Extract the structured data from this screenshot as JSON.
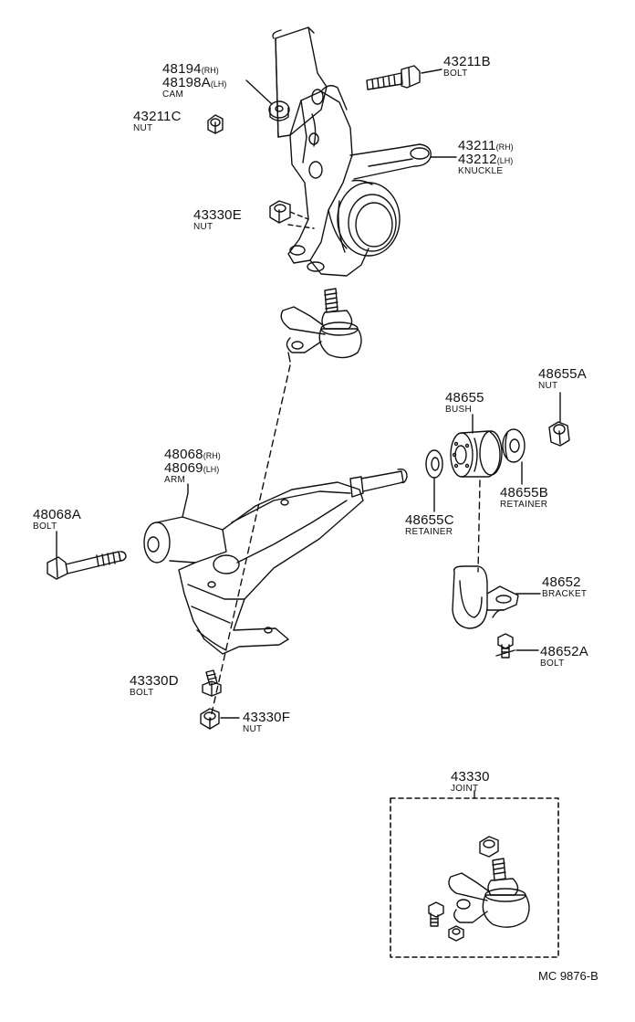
{
  "labels": {
    "cam": {
      "pn1": "48194",
      "side1": "(RH)",
      "pn2": "48198A",
      "side2": "(LH)",
      "desc": "CAM"
    },
    "nut_43211c": {
      "pn": "43211C",
      "desc": "NUT"
    },
    "bolt_43211b": {
      "pn": "43211B",
      "desc": "BOLT"
    },
    "knuckle": {
      "pn1": "43211",
      "side1": "(RH)",
      "pn2": "43212",
      "side2": "(LH)",
      "desc": "KNUCKLE"
    },
    "nut_43330e": {
      "pn": "43330E",
      "desc": "NUT"
    },
    "arm": {
      "pn1": "48068",
      "side1": "(RH)",
      "pn2": "48069",
      "side2": "(LH)",
      "desc": "ARM"
    },
    "bolt_48068a": {
      "pn": "48068A",
      "desc": "BOLT"
    },
    "bush": {
      "pn": "48655",
      "desc": "BUSH"
    },
    "nut_48655a": {
      "pn": "48655A",
      "desc": "NUT"
    },
    "retainer_48655c": {
      "pn": "48655C",
      "desc": "RETAINER"
    },
    "retainer_48655b": {
      "pn": "48655B",
      "desc": "RETAINER"
    },
    "bracket": {
      "pn": "48652",
      "desc": "BRACKET"
    },
    "bolt_48652a": {
      "pn": "48652A",
      "desc": "BOLT"
    },
    "bolt_43330d": {
      "pn": "43330D",
      "desc": "BOLT"
    },
    "nut_43330f": {
      "pn": "43330F",
      "desc": "NUT"
    },
    "joint": {
      "pn": "43330",
      "desc": "JOINT"
    }
  },
  "reference": "MC 9876-B",
  "colors": {
    "ink": "#111111",
    "paper": "#ffffff"
  }
}
